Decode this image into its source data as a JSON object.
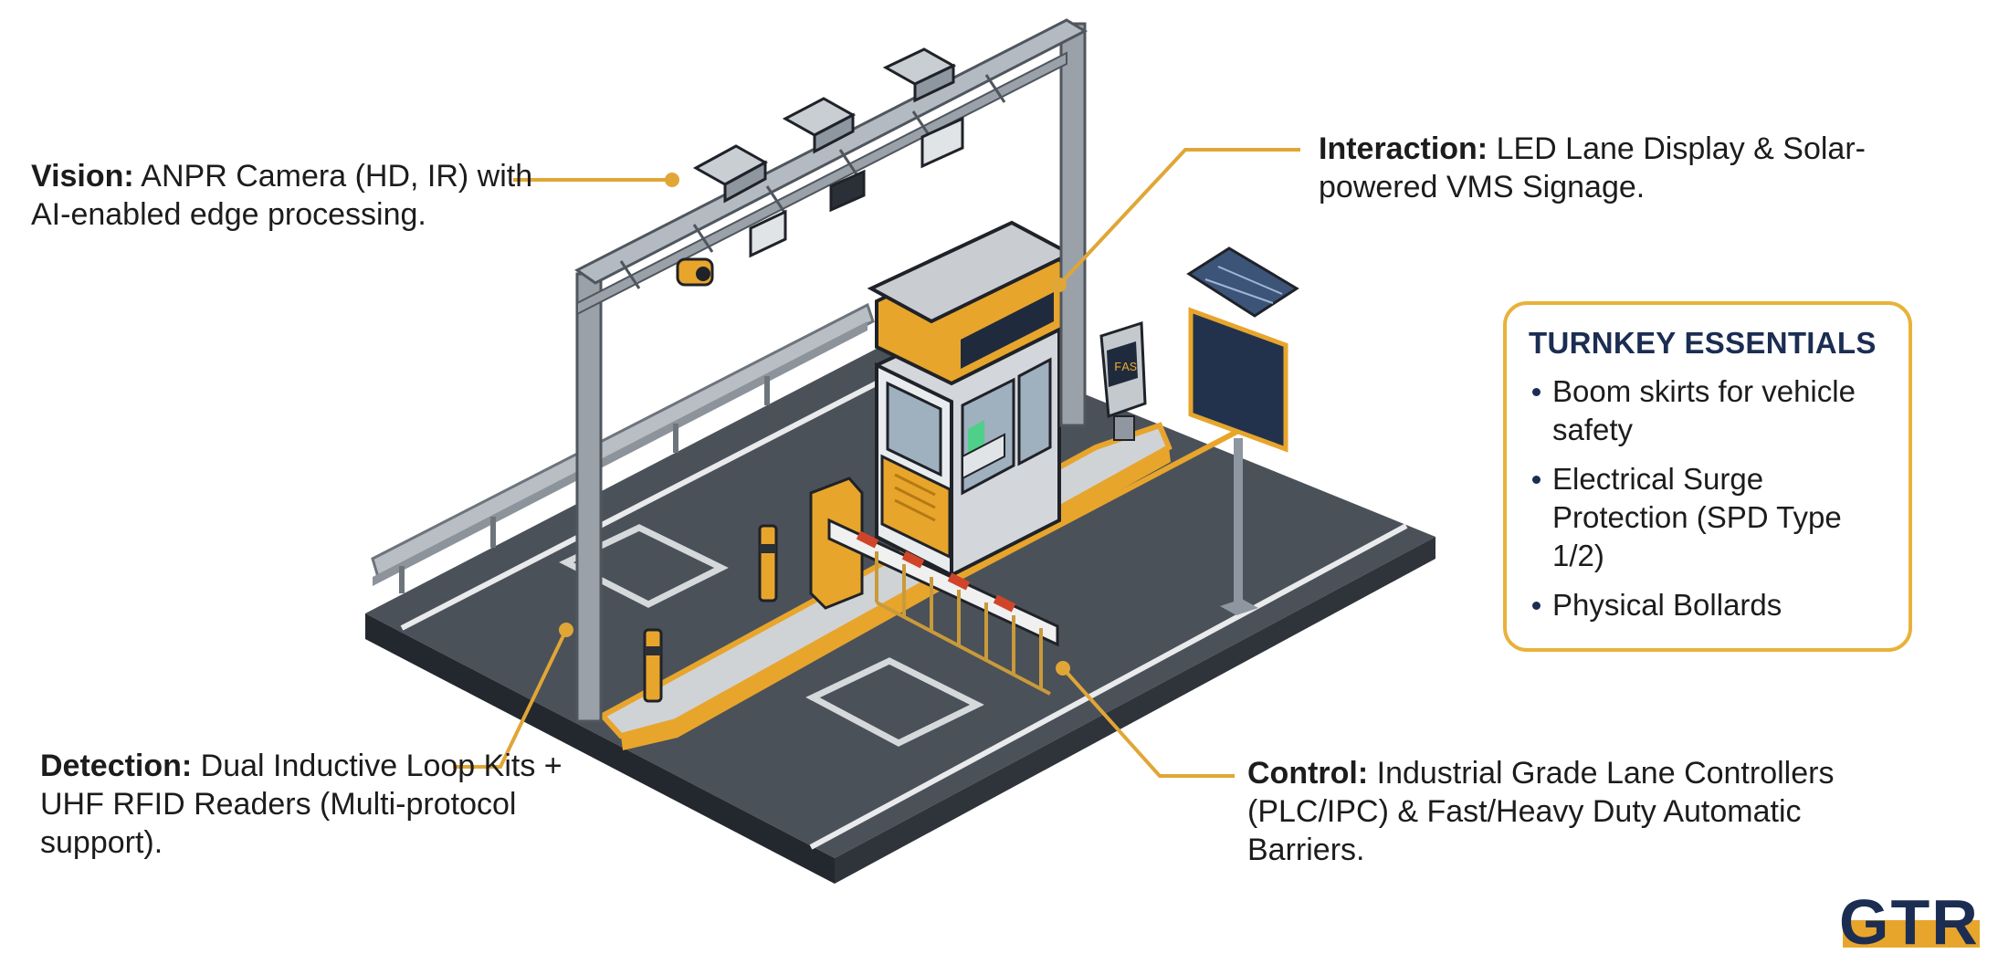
{
  "callouts": {
    "vision": {
      "label": "Vision:",
      "text": " ANPR Camera (HD, IR) with AI-enabled edge processing."
    },
    "interaction": {
      "label": "Interaction:",
      "text": " LED Lane Display & Solar-powered VMS Signage."
    },
    "detection": {
      "label": "Detection:",
      "text": " Dual Inductive Loop Kits + UHF RFID Readers (Multi-protocol support)."
    },
    "control": {
      "label": "Control:",
      "text": " Industrial Grade Lane Controllers (PLC/IPC) & Fast/Heavy Duty Automatic Barriers."
    }
  },
  "essentials": {
    "title": "TURNKEY ESSENTIALS",
    "items": [
      "Boom skirts for vehicle safety",
      "Electrical Surge Protection (SPD Type 1/2)",
      "Physical Bollards"
    ]
  },
  "booth_display": "FAS",
  "logo": {
    "text": "GTR"
  },
  "colors": {
    "accent": "#e8a52c",
    "navy": "#1b2d52",
    "road": "#4a5058",
    "road_edge": "#2b3038",
    "steel": "#8e96a0"
  }
}
